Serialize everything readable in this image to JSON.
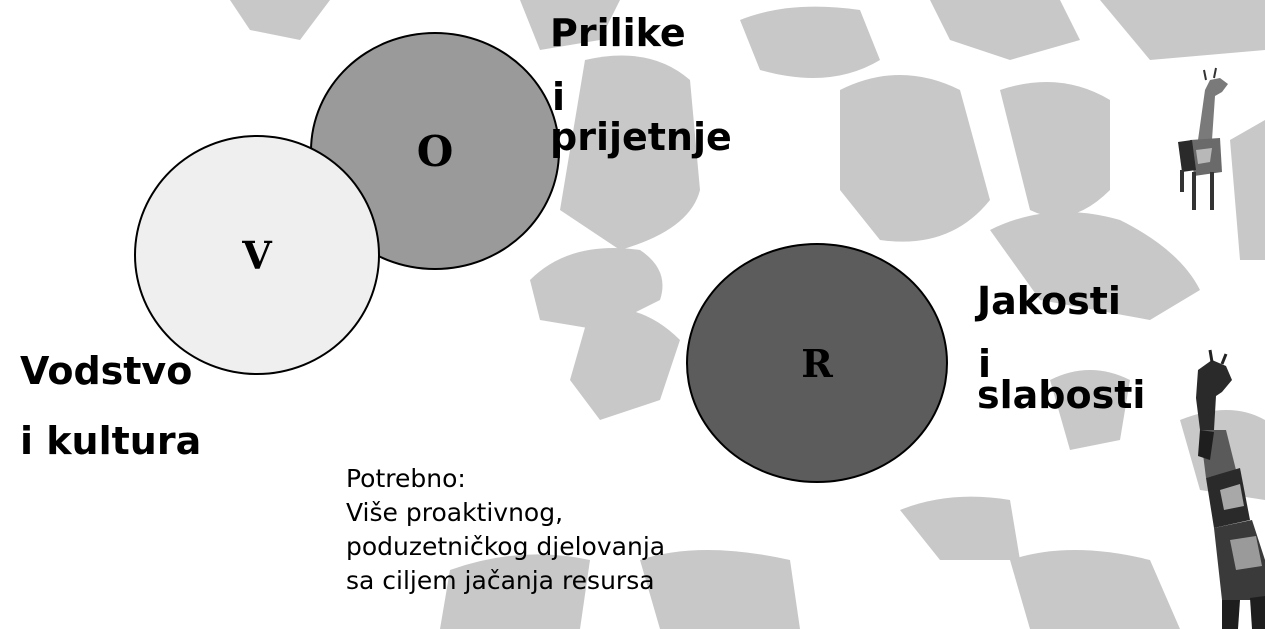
{
  "diagram": {
    "circles": [
      {
        "id": "O",
        "letter": "O",
        "fill": "#9a9a9a"
      },
      {
        "id": "V",
        "letter": "V",
        "fill": "#efefef"
      },
      {
        "id": "R",
        "letter": "R",
        "fill": "#5c5c5c"
      }
    ],
    "labels": {
      "prilike": [
        "Prilike",
        "i",
        "prijetnje"
      ],
      "jakosti": [
        "Jakosti",
        "i",
        "slabosti"
      ],
      "vodstvo": [
        "Vodstvo",
        "i kultura"
      ]
    },
    "note": {
      "lines": [
        "Potrebno:",
        "Više proaktivnog,",
        "poduzetničkog djelovanja",
        "sa ciljem jačanja resursa"
      ]
    }
  },
  "decoration": {
    "background_pattern": "giraffe-spots",
    "spot_color": "#c4c4c4",
    "giraffe_colors": [
      "#1e1e1e",
      "#6f6f6f",
      "#b5b5b5"
    ]
  }
}
